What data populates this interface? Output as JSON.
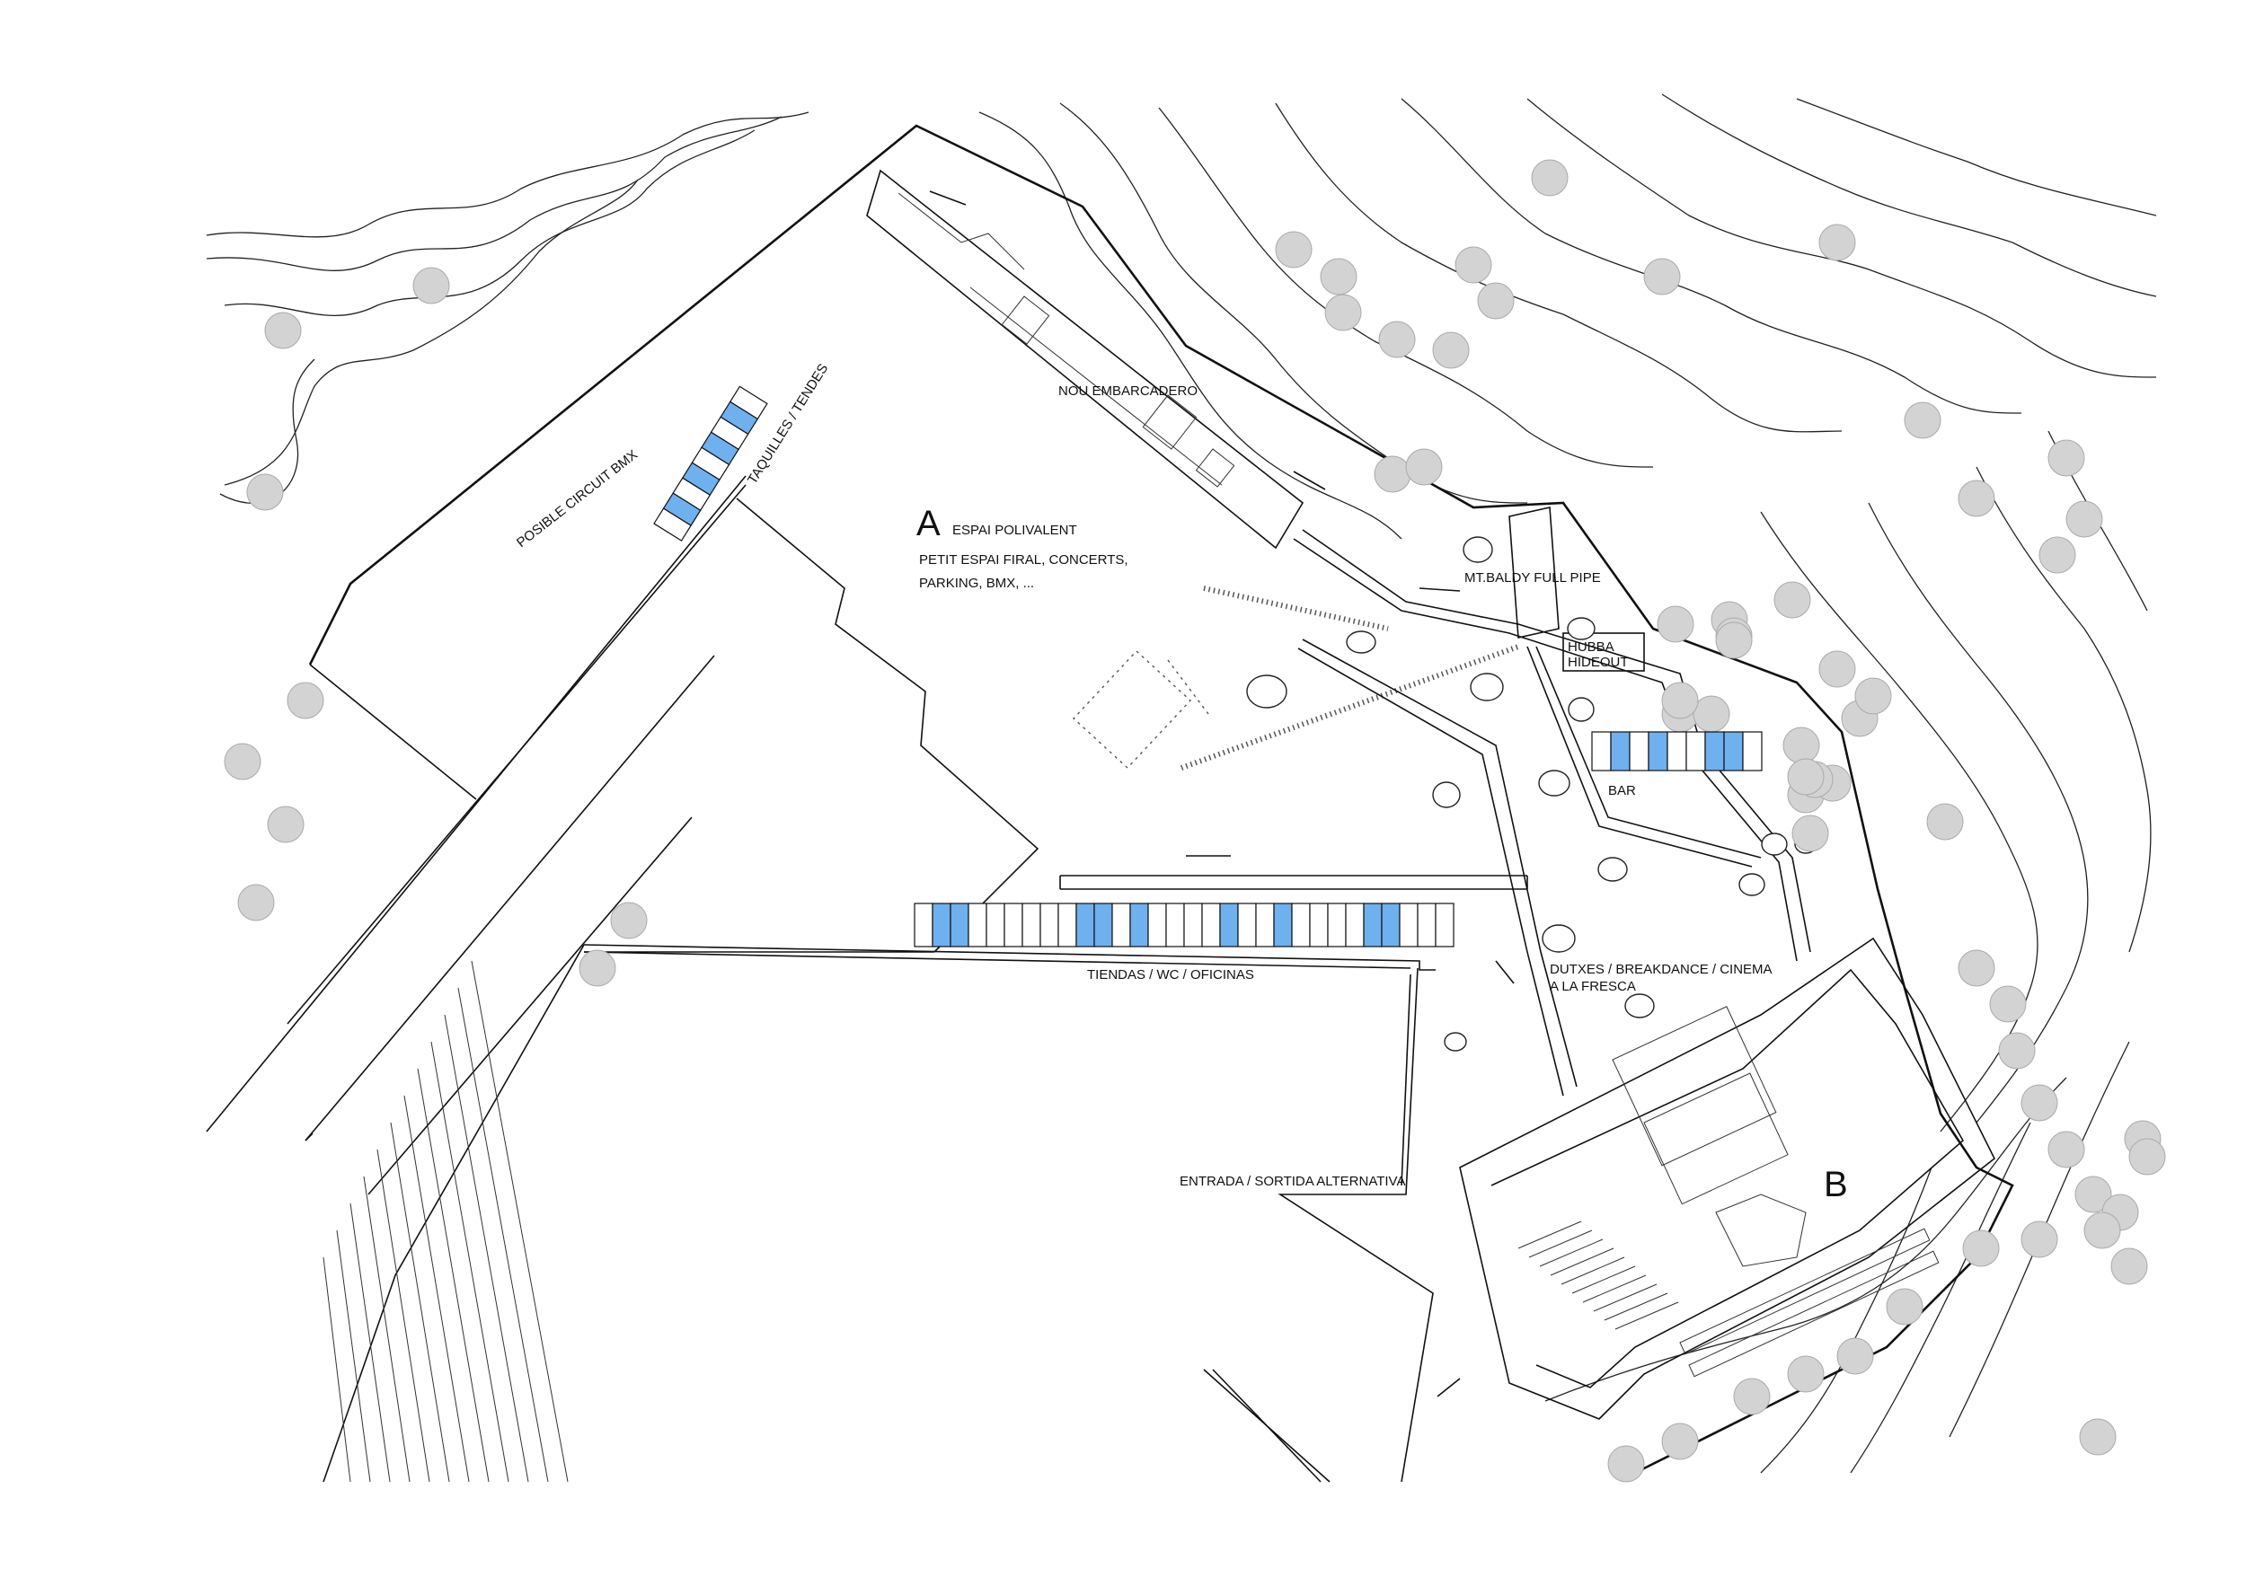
{
  "plan": {
    "labels": {
      "zone_a_letter": "A",
      "zone_a_title": "ESPAI POLIVALENT",
      "zone_a_line1": "PETIT ESPAI FIRAL, CONCERTS,",
      "zone_a_line2": "PARKING, BMX, ...",
      "bmx": "POSIBLE CIRCUIT BMX",
      "ticket": "TAQUILLES / TENDES",
      "pier": "NOU EMBARCADERO",
      "pipe": "MT.BALDY FULL PIPE",
      "hubba_1": "HUBBA",
      "hubba_2": "HIDEOUT",
      "bar": "BAR",
      "dutxes_1": "DUTXES / BREAKDANCE / CINEMA",
      "dutxes_2": "A LA FRESCA",
      "shops": "TIENDAS / WC / OFICINAS",
      "entrance": "ENTRADA / SORTIDA ALTERNATIVA",
      "zone_b_letter": "B"
    },
    "colors": {
      "highlight": "#6fb0ee",
      "line": "#111111",
      "tree": "#d3d3d3",
      "paper": "#ffffff"
    },
    "highlighted_cells": {
      "taquilles": [
        1,
        3,
        5,
        7
      ],
      "tiendas": [
        1,
        2,
        9,
        10,
        12,
        17,
        20,
        25,
        26
      ],
      "bar": [
        1,
        3,
        6,
        7
      ]
    }
  }
}
